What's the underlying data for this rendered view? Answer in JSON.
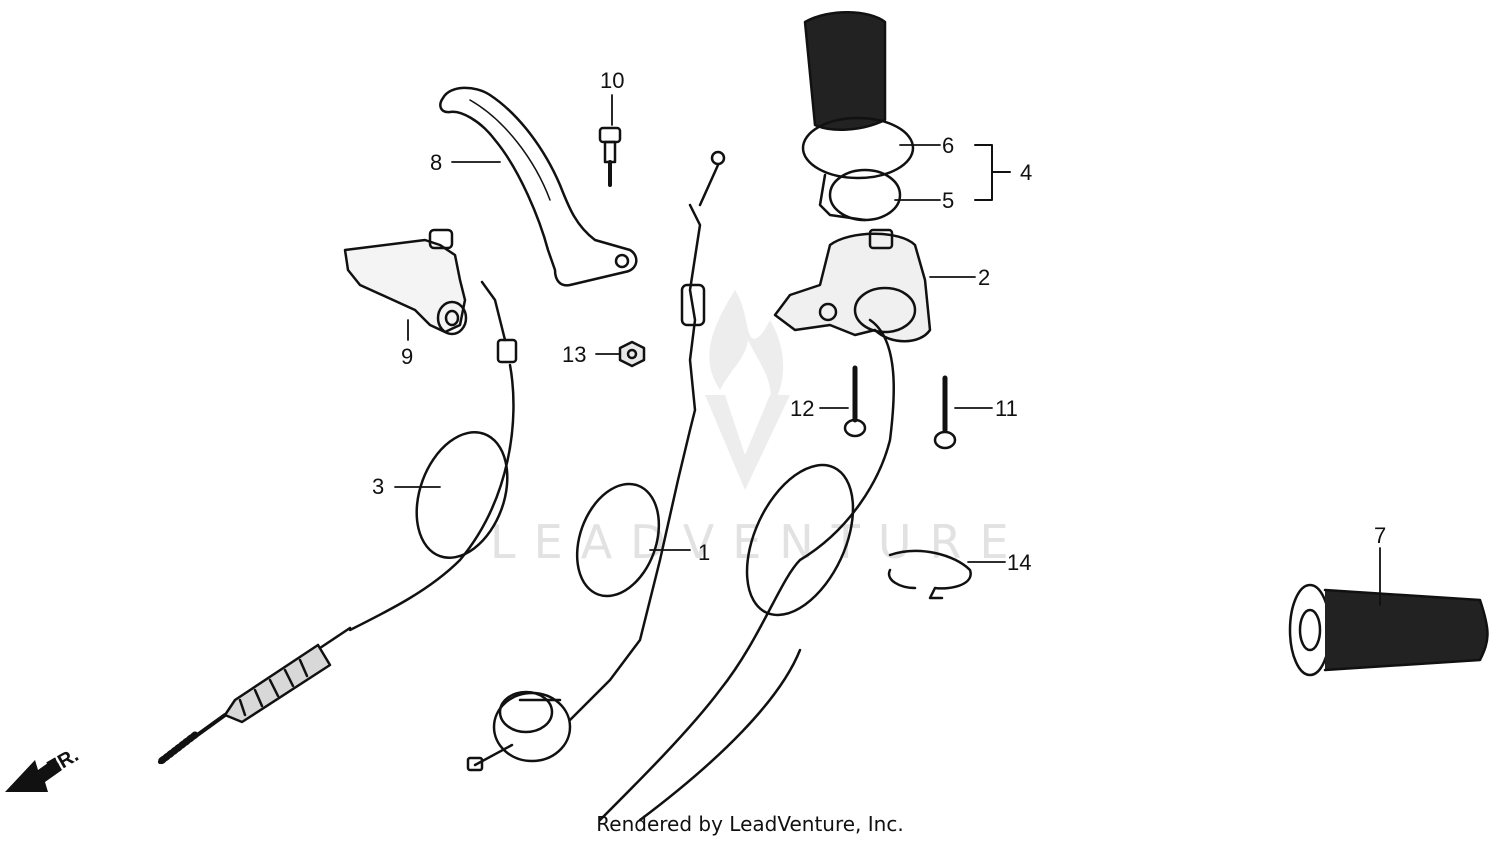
{
  "diagram": {
    "callouts": [
      {
        "id": "c1",
        "text": "1"
      },
      {
        "id": "c2",
        "text": "2"
      },
      {
        "id": "c3",
        "text": "3"
      },
      {
        "id": "c4",
        "text": "4"
      },
      {
        "id": "c5",
        "text": "5"
      },
      {
        "id": "c6",
        "text": "6"
      },
      {
        "id": "c7",
        "text": "7"
      },
      {
        "id": "c8",
        "text": "8"
      },
      {
        "id": "c9",
        "text": "9"
      },
      {
        "id": "c10",
        "text": "10"
      },
      {
        "id": "c11",
        "text": "11"
      },
      {
        "id": "c12",
        "text": "12"
      },
      {
        "id": "c13",
        "text": "13"
      },
      {
        "id": "c14",
        "text": "14"
      }
    ],
    "direction_label": "FR.",
    "watermark": "LEADVENTURE",
    "footer": "Rendered by LeadVenture, Inc."
  },
  "colors": {
    "ink": "#111111",
    "watermark": "#e2e2e2",
    "background": "#ffffff"
  }
}
